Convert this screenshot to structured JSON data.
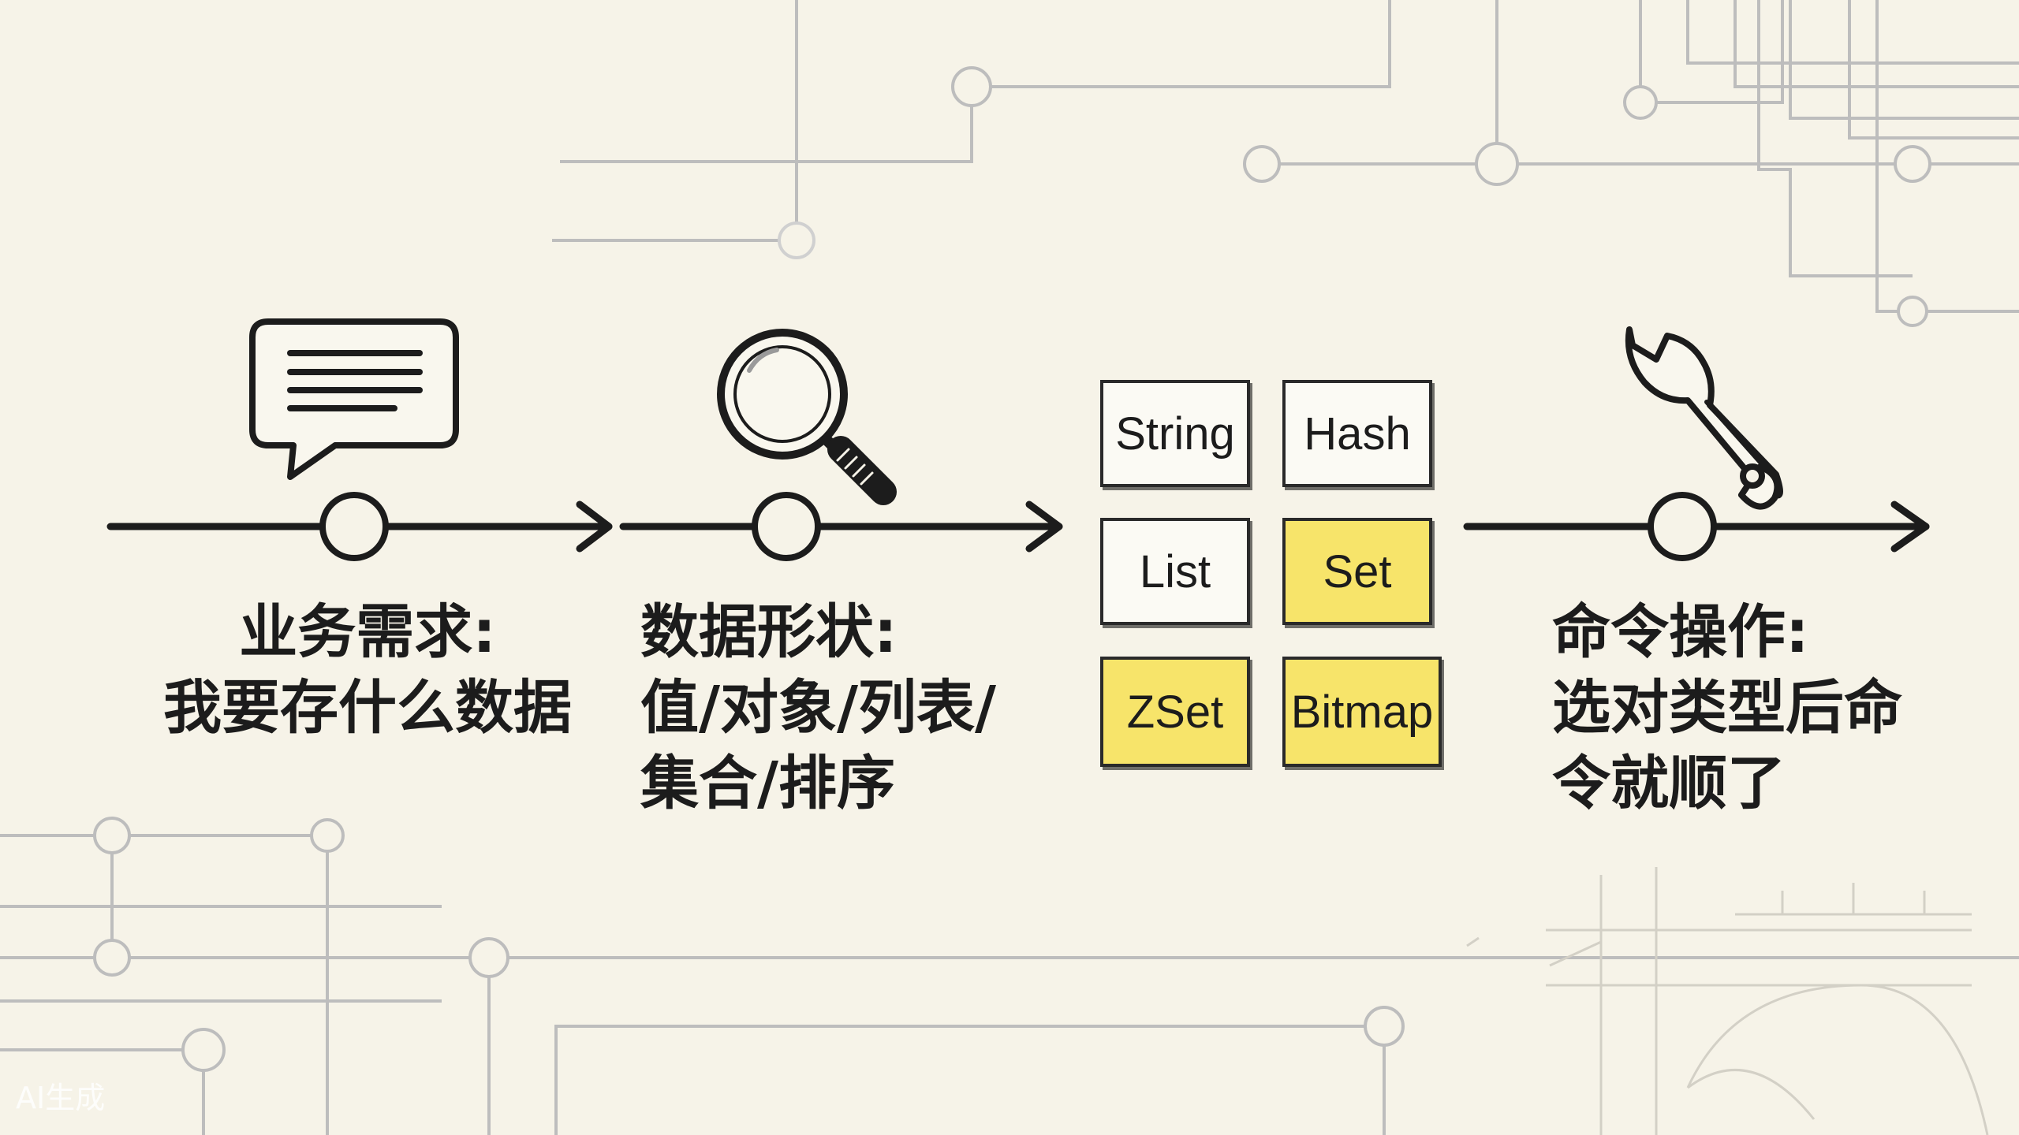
{
  "stages": [
    {
      "icon": "chat-bubble-icon",
      "lines": [
        "业务需求:",
        "我要存什么数据"
      ]
    },
    {
      "icon": "magnifier-icon",
      "lines": [
        "数据形状:",
        "值/对象/列表/",
        "集合/排序"
      ]
    },
    {
      "icon": "type-grid",
      "types": [
        {
          "label": "String",
          "highlighted": false
        },
        {
          "label": "Hash",
          "highlighted": false
        },
        {
          "label": "List",
          "highlighted": false
        },
        {
          "label": "Set",
          "highlighted": true
        },
        {
          "label": "ZSet",
          "highlighted": true
        },
        {
          "label": "Bitmap",
          "highlighted": true
        }
      ]
    },
    {
      "icon": "wrench-icon",
      "lines": [
        "命令操作:",
        "选对类型后命",
        "令就顺了"
      ]
    }
  ],
  "colors": {
    "highlight": "#f7e46a",
    "ink": "#1c1c1c",
    "background": "#f6f3e8",
    "circuit": "#bdbdbd"
  },
  "watermark": "AI生成"
}
